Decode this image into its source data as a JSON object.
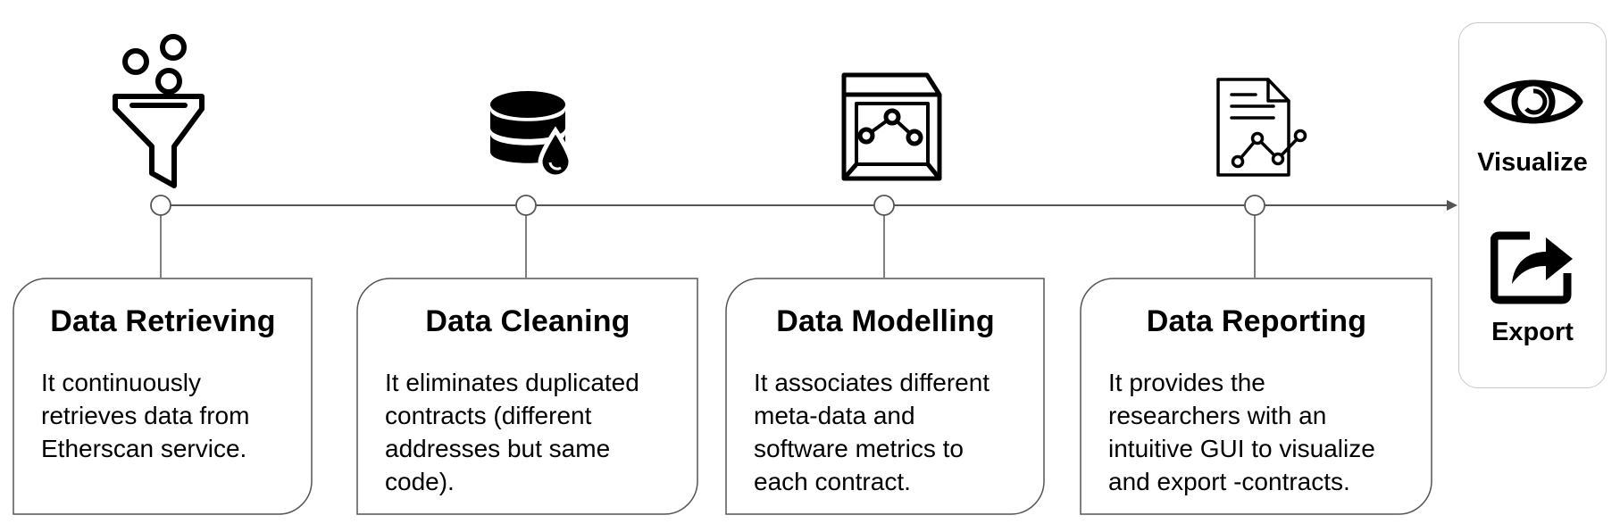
{
  "stages": [
    {
      "title": "Data Retrieving",
      "icon": "funnel-icon",
      "description": [
        "It continuously",
        "retrieves data from",
        "Etherscan service."
      ]
    },
    {
      "title": "Data Cleaning",
      "icon": "database-drop-icon",
      "description": [
        "It eliminates duplicated",
        "contracts (different",
        "addresses but same",
        "code)."
      ]
    },
    {
      "title": "Data Modelling",
      "icon": "model-box-icon",
      "description": [
        "It associates different",
        "meta-data and",
        "software metrics to",
        "each contract."
      ]
    },
    {
      "title": "Data Reporting",
      "icon": "report-document-icon",
      "description": [
        "It provides the",
        "researchers with an",
        "intuitive GUI to visualize",
        "and export -contracts."
      ]
    }
  ],
  "outputs": [
    {
      "label": "Visualize",
      "icon": "eye-icon"
    },
    {
      "label": "Export",
      "icon": "export-share-icon"
    }
  ],
  "colors": {
    "line": "#555555",
    "border": "#555555",
    "panel_border": "#c8c8c8"
  }
}
